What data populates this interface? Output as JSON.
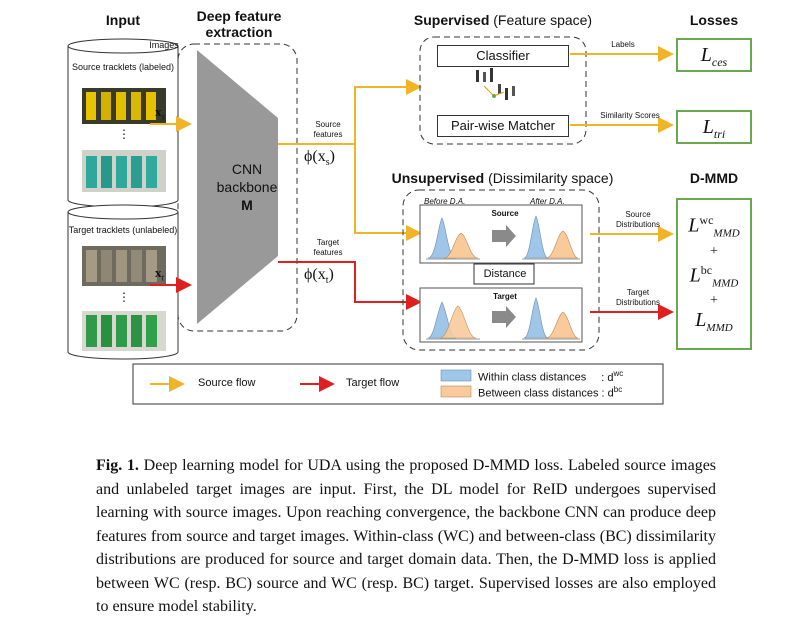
{
  "headers": {
    "input": "Input",
    "deep_feature": "Deep feature extraction",
    "supervised_bold": "Supervised",
    "supervised_rest": "(Feature space)",
    "losses": "Losses",
    "unsupervised_bold": "Unsupervised",
    "unsupervised_rest": "(Dissimilarity space)",
    "dmmd": "D-MMD"
  },
  "input": {
    "images_label": "Images",
    "source_cyl_label": "Source tracklets (labeled)",
    "target_cyl_label": "Target tracklets (unlabeled)",
    "dots": "⋮",
    "xs": "x",
    "xs_sub": "s",
    "xt": "x",
    "xt_sub": "t"
  },
  "backbone": {
    "line1": "CNN",
    "line2": "backbone",
    "line3": "M"
  },
  "features": {
    "source_label": "Source features",
    "target_label": "Target features",
    "phi_s": "ϕ(x",
    "phi_s_sub": "s",
    "phi_t": "ϕ(x",
    "phi_t_sub": "t",
    "close": ")"
  },
  "supervised": {
    "classifier": "Classifier",
    "matcher": "Pair-wise Matcher",
    "labels_edge": "Labels",
    "similarity_edge": "Similarity Scores"
  },
  "losses": {
    "ces": "L",
    "ces_sub": "ces",
    "tri": "L",
    "tri_sub": "tri"
  },
  "unsupervised": {
    "before": "Before D.A.",
    "after": "After D.A.",
    "source": "Source",
    "target": "Target",
    "distance": "Distance",
    "source_dist_edge": "Source Distributions",
    "target_dist_edge": "Target Distributions"
  },
  "dmmd": {
    "l": "L",
    "wc_sup": "wc",
    "bc_sup": "bc",
    "sub": "MMD",
    "plus": "+"
  },
  "legend": {
    "source_flow": "Source flow",
    "target_flow": "Target flow",
    "within": "Within class distances",
    "within_sym": ": d",
    "within_sup": "wc",
    "between": "Between class distances",
    "between_sym": ": d",
    "between_sup": "bc"
  },
  "caption": {
    "label": "Fig. 1.",
    "text": "Deep learning model for UDA using the proposed D-MMD loss. Labeled source images and unlabeled target images are input. First, the DL model for ReID undergoes supervised learning with source images. Upon reaching convergence, the backbone CNN can produce deep features from source and target images. Within-class (WC) and between-class (BC) dissimilarity distributions are produced for source and target domain data. Then, the D-MMD loss is applied between WC (resp. BC) source and WC (resp. BC) target. Supervised losses are also employed to ensure model stability."
  },
  "colors": {
    "source_flow": "#f0b429",
    "target_flow": "#e02020",
    "within_fill": "#9fc5e8",
    "between_fill": "#f9cb9c",
    "dmmd_border": "#6aa84f",
    "backbone_fill": "#999999"
  }
}
